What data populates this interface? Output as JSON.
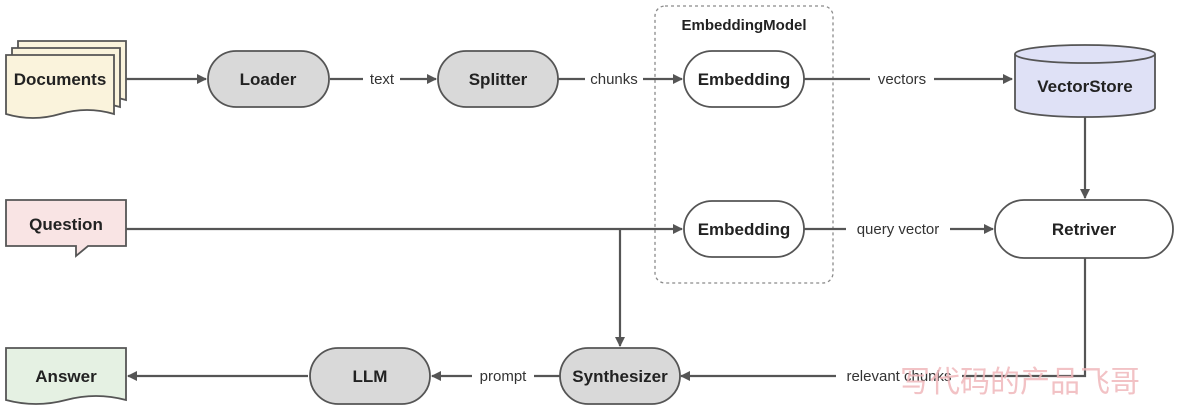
{
  "group": {
    "label": "EmbeddingModel"
  },
  "nodes": {
    "documents": "Documents",
    "loader": "Loader",
    "splitter": "Splitter",
    "embedding_top": "Embedding",
    "vectorstore": "VectorStore",
    "question": "Question",
    "embedding_mid": "Embedding",
    "retriever": "Retriver",
    "answer": "Answer",
    "llm": "LLM",
    "synthesizer": "Synthesizer"
  },
  "edges": {
    "text": "text",
    "chunks": "chunks",
    "vectors": "vectors",
    "query_vector": "query vector",
    "relevant_chunks": "relevant chunks",
    "prompt": "prompt"
  },
  "watermark": "写代码的产品飞哥",
  "colors": {
    "documents_fill": "#faf3dc",
    "question_fill": "#f9e4e4",
    "answer_fill": "#e5f1e3",
    "process_fill": "#d9d9d9",
    "vectorstore_fill": "#dfe1f6",
    "white_fill": "#ffffff",
    "stroke": "#555555"
  }
}
